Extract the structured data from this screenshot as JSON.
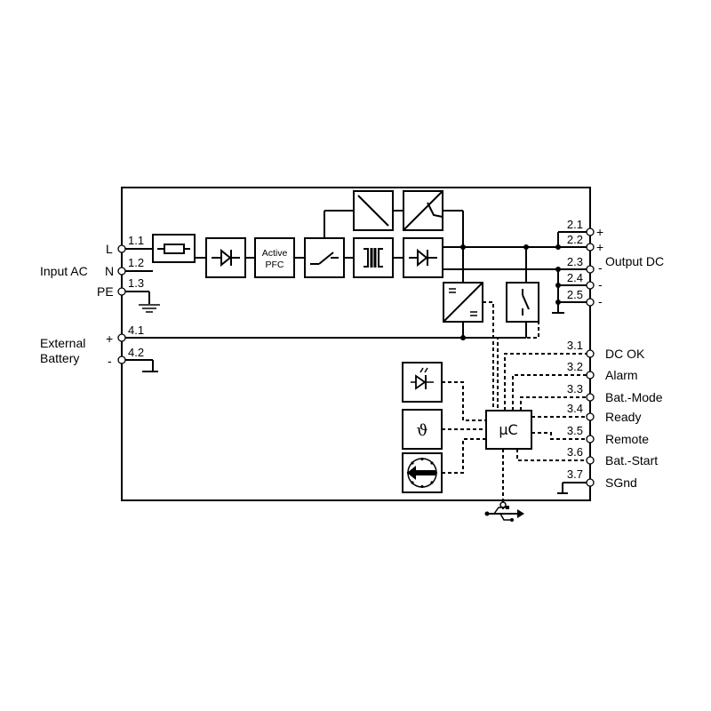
{
  "inputs": {
    "input_ac": "Input AC",
    "l": "L",
    "n": "N",
    "pe": "PE",
    "external": "External",
    "battery": "Battery",
    "plus": "+",
    "minus": "-"
  },
  "terminals": {
    "t1_1": "1.1",
    "t1_2": "1.2",
    "t1_3": "1.3",
    "t4_1": "4.1",
    "t4_2": "4.2",
    "t2_1": "2.1",
    "t2_2": "2.2",
    "t2_3": "2.3",
    "t2_4": "2.4",
    "t2_5": "2.5",
    "t3_1": "3.1",
    "t3_2": "3.2",
    "t3_3": "3.3",
    "t3_4": "3.4",
    "t3_5": "3.5",
    "t3_6": "3.6",
    "t3_7": "3.7"
  },
  "blocks": {
    "pfc_line1": "Active",
    "pfc_line2": "PFC",
    "uc": "µC",
    "theta": "ϑ"
  },
  "outputs": {
    "output_dc": "Output DC",
    "plus": "+",
    "minus": "-",
    "dc_ok": "DC OK",
    "alarm": "Alarm",
    "bat_mode": "Bat.-Mode",
    "ready": "Ready",
    "remote": "Remote",
    "bat_start": "Bat.-Start",
    "sgnd": "SGnd"
  }
}
